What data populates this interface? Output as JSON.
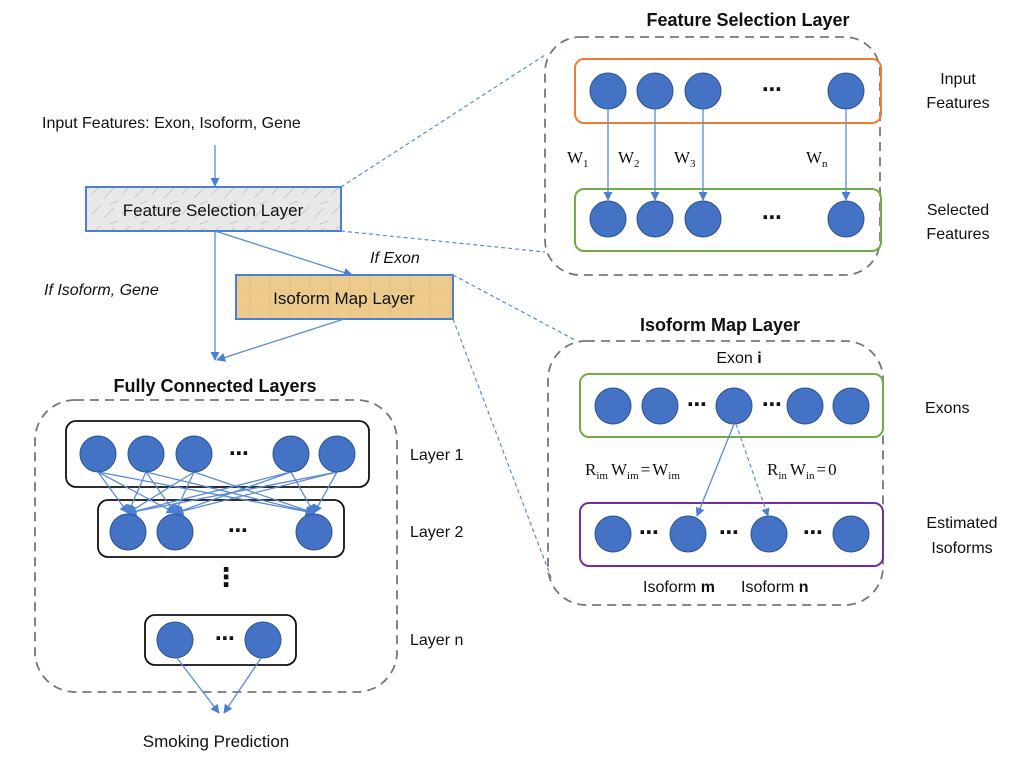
{
  "input_features_label": "Input Features: Exon, Isoform, Gene",
  "feature_selection_box": {
    "label": "Feature Selection Layer",
    "color": "#e6e6e6"
  },
  "isoform_map_box": {
    "label": "Isoform Map Layer",
    "color": "#e9c98a"
  },
  "branch_labels": {
    "if_exon": "If Exon",
    "if_isoform_gene": "If Isoform, Gene"
  },
  "fully_connected": {
    "title": "Fully Connected Layers",
    "layer_labels": [
      "Layer 1",
      "Layer 2",
      "Layer n"
    ],
    "output_label": "Smoking Prediction",
    "ellipsis": "⋯",
    "vertical_ellipsis": "⋮"
  },
  "feature_selection_detail": {
    "title": "Feature Selection Layer",
    "input_label_lines": [
      "Input",
      "Features"
    ],
    "selected_label_lines": [
      "Selected",
      "Features"
    ],
    "weights": [
      {
        "base": "W",
        "sub": "1"
      },
      {
        "base": "W",
        "sub": "2"
      },
      {
        "base": "W",
        "sub": "3"
      },
      {
        "base": "W",
        "sub": "n"
      }
    ],
    "input_border_color": "#ed7d31",
    "selected_border_color": "#70ad47",
    "ellipsis": "⋯"
  },
  "isoform_map_detail": {
    "title": "Isoform Map Layer",
    "exon_i_label": "Exon",
    "exon_i_index": "i",
    "exons_label": "Exons",
    "isoforms_label_lines": [
      "Estimated",
      "Isoforms"
    ],
    "isoform_m_label": "Isoform",
    "isoform_m_index": "m",
    "isoform_n_label": "Isoform",
    "isoform_n_index": "n",
    "eq_m": {
      "r": "R",
      "r_sub": "im",
      "w": "W",
      "w_sub": "im",
      "eq": "=",
      "rhs": "W",
      "rhs_sub": "im"
    },
    "eq_n": {
      "r": "R",
      "r_sub": "in",
      "w": "W",
      "w_sub": "in",
      "eq": "=",
      "rhs": "0"
    },
    "exon_border_color": "#70ad47",
    "isoform_border_color": "#7030a0",
    "ellipsis": "⋯"
  }
}
